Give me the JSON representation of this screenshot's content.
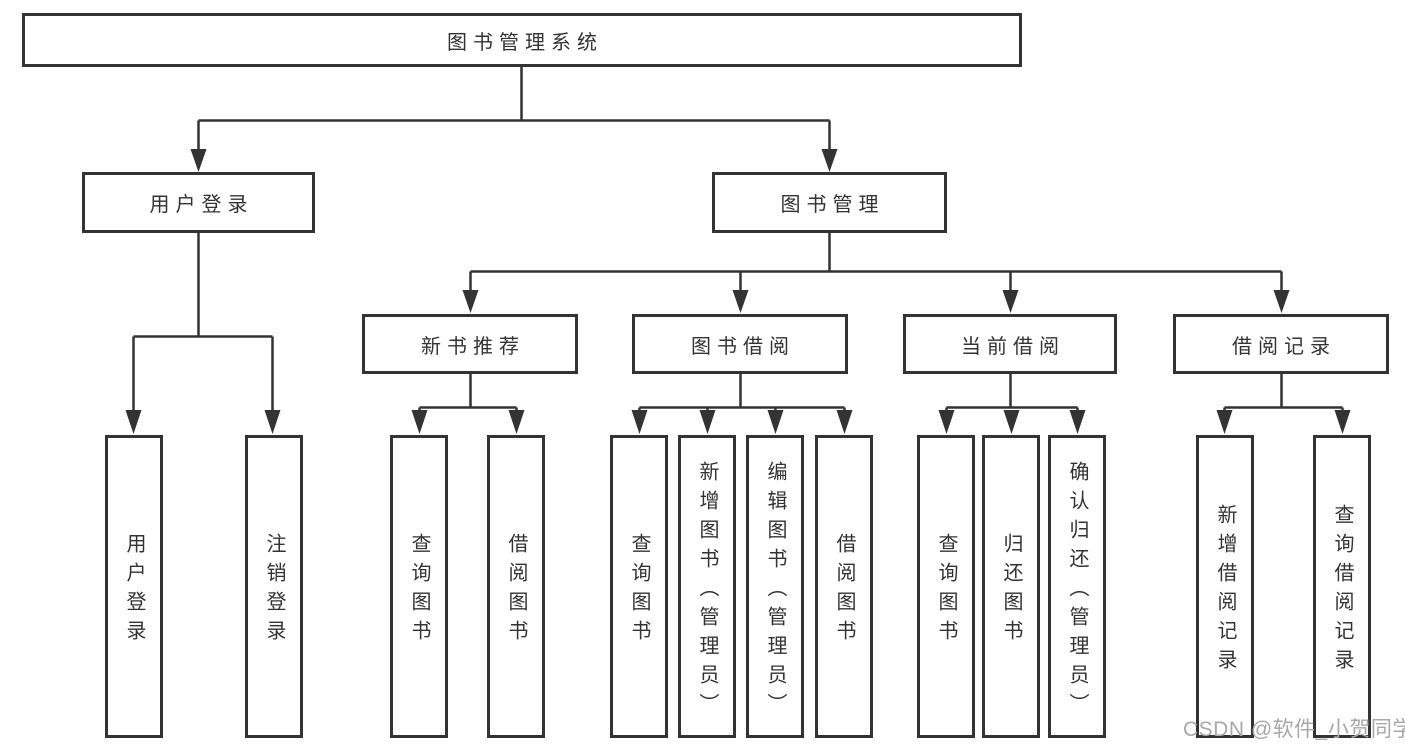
{
  "diagram": {
    "root": {
      "label": "图书管理系统"
    },
    "level2": [
      {
        "label": "用户登录"
      },
      {
        "label": "图书管理"
      }
    ],
    "level3": [
      {
        "label": "新书推荐"
      },
      {
        "label": "图书借阅"
      },
      {
        "label": "当前借阅"
      },
      {
        "label": "借阅记录"
      }
    ],
    "leaves": {
      "user_login": [
        "用户登录",
        "注销登录"
      ],
      "new_book": [
        "查询图书",
        "借阅图书"
      ],
      "book_borrow": [
        "查询图书",
        "新增图书（管理员）",
        "编辑图书（管理员）",
        "借阅图书"
      ],
      "current_borrow": [
        "查询图书",
        "归还图书",
        "确认归还（管理员）"
      ],
      "borrow_records": [
        "新增借阅记录",
        "查询借阅记录"
      ]
    }
  },
  "watermark": {
    "text": "CSDN @软件_小贺同学"
  },
  "colors": {
    "line": "#333333",
    "text": "#333333",
    "background": "#ffffff",
    "watermark": "#a8a8a8"
  }
}
